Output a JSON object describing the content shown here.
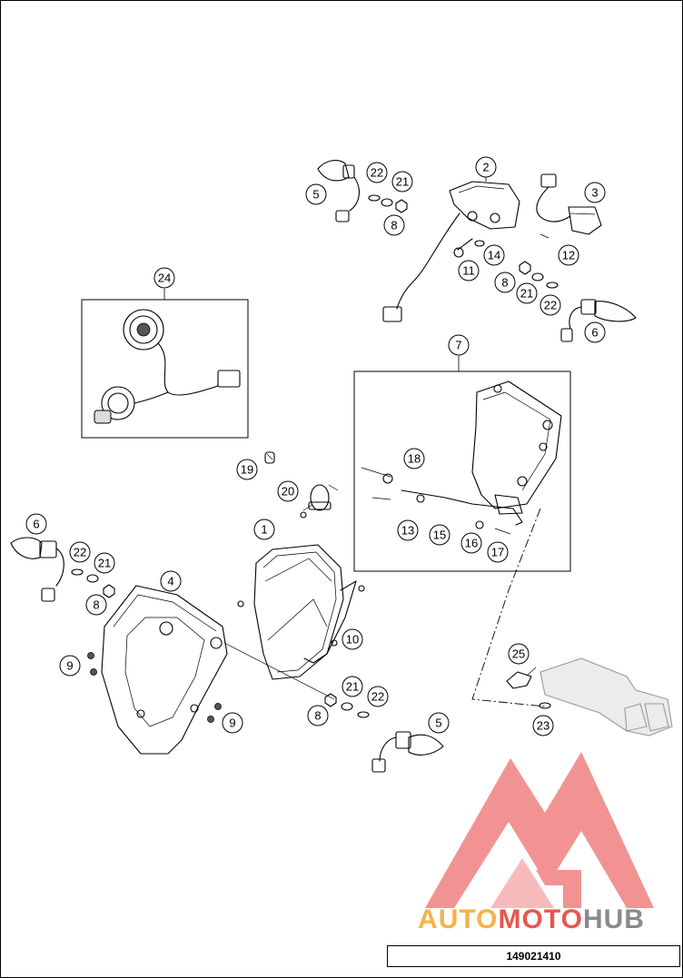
{
  "callouts": [
    "1",
    "2",
    "3",
    "5",
    "5",
    "6",
    "6",
    "7",
    "8",
    "8",
    "8",
    "9",
    "9",
    "10",
    "11",
    "12",
    "13",
    "14",
    "15",
    "16",
    "17",
    "18",
    "19",
    "20",
    "21",
    "21",
    "21",
    "22",
    "22",
    "22",
    "23",
    "24",
    "25",
    "4"
  ],
  "logo": {
    "word_auto": "AUTO",
    "word_moto": "MOTO",
    "word_hub": "HUB",
    "color_auto": "#f5b24a",
    "color_moto": "#e8564e",
    "color_hub": "#8a8a8a",
    "triangle_color": "#f08080"
  },
  "diagram_code": "149021410"
}
